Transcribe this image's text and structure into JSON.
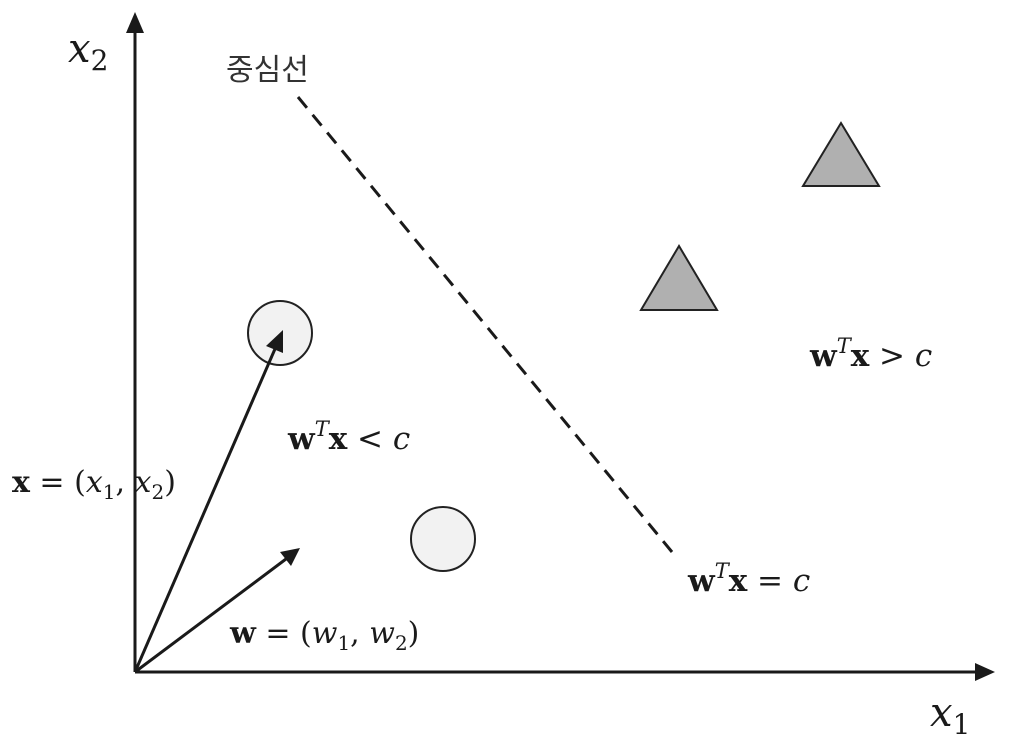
{
  "axes": {
    "x_label": {
      "base": "x",
      "sub": "1"
    },
    "y_label": {
      "base": "x",
      "sub": "2"
    }
  },
  "center_line_label": "중심선",
  "equations": {
    "greater": {
      "w": "w",
      "sup": "T",
      "x": "x",
      "op": " > ",
      "c": "c"
    },
    "less": {
      "w": "w",
      "sup": "T",
      "x": "x",
      "op": " < ",
      "c": "c"
    },
    "equal": {
      "w": "w",
      "sup": "T",
      "x": "x",
      "op": " = ",
      "c": "c"
    }
  },
  "vectors": {
    "x": {
      "name": "x",
      "eq": " = (",
      "c1": "x",
      "s1": "1",
      "comma": ", ",
      "c2": "x",
      "s2": "2",
      "close": ")"
    },
    "w": {
      "name": "w",
      "eq": " = (",
      "c1": "w",
      "s1": "1",
      "comma": ", ",
      "c2": "w",
      "s2": "2",
      "close": ")"
    }
  },
  "colors": {
    "axis": "#1a1a1a",
    "circle_fill": "#f2f2f2",
    "triangle_fill": "#b0b0b0",
    "stroke": "#222222"
  }
}
